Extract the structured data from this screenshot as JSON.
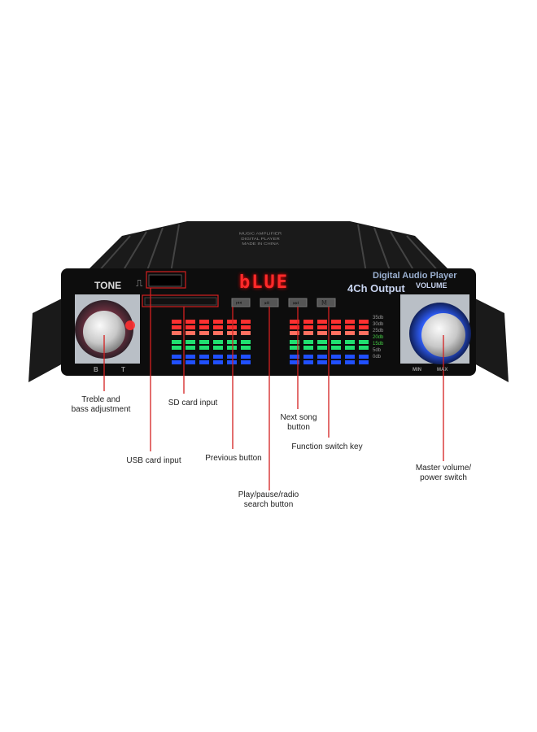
{
  "device": {
    "top_label_lines": [
      "MUSIC AMPLIFIER",
      "DIGITAL PLAYER",
      "MADE IN CHINA"
    ],
    "tone_label": "TONE",
    "tone_b": "B",
    "tone_t": "T",
    "display_text": "bLUE",
    "brand_line1": "Digital Audio Player",
    "brand_line2": "4Ch Output",
    "volume_label": "VOLUME",
    "vol_min": "MIN",
    "vol_max": "MAX",
    "db_labels": [
      "35db",
      "30db",
      "25db",
      "20db",
      "15db",
      "5db",
      "0db"
    ]
  },
  "callouts": {
    "treble": [
      "Treble and",
      "bass adjustment"
    ],
    "usb": "USB card input",
    "sd": "SD card input",
    "previous": "Previous button",
    "play": [
      "Play/pause/radio",
      "search button"
    ],
    "next": [
      "Next song",
      "button"
    ],
    "function": "Function switch key",
    "master": [
      "Master volume/",
      "power switch"
    ]
  },
  "colors": {
    "callout": "#d42020",
    "led_red": "#ff3030",
    "led_green": "#20e070",
    "led_blue": "#2050ff",
    "display": "#ff2a2a"
  }
}
